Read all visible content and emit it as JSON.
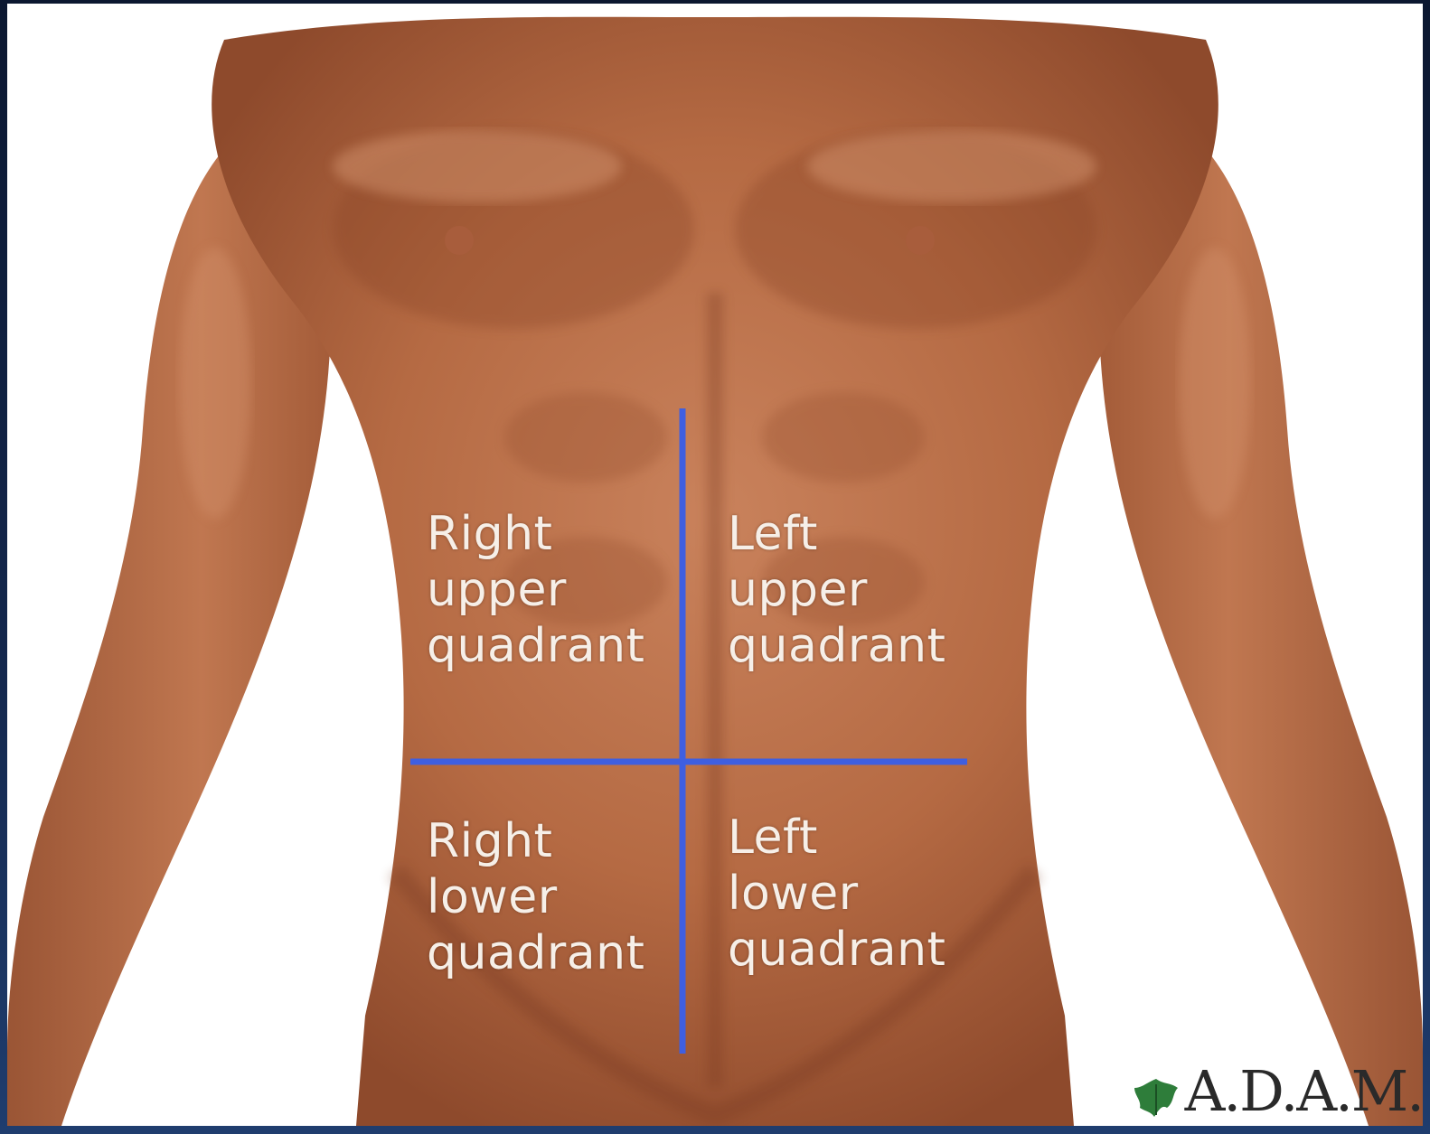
{
  "quadrants": {
    "right_upper": {
      "line1": "Right",
      "line2": "upper",
      "line3": "quadrant"
    },
    "left_upper": {
      "line1": "Left",
      "line2": "upper",
      "line3": "quadrant"
    },
    "right_lower": {
      "line1": "Right",
      "line2": "lower",
      "line3": "quadrant"
    },
    "left_lower": {
      "line1": "Left",
      "line2": "lower",
      "line3": "quadrant"
    }
  },
  "divider_color": "#3f5fe0",
  "logo": {
    "text": "A.D.A.M.",
    "icon": "ivy-leaf-icon"
  }
}
